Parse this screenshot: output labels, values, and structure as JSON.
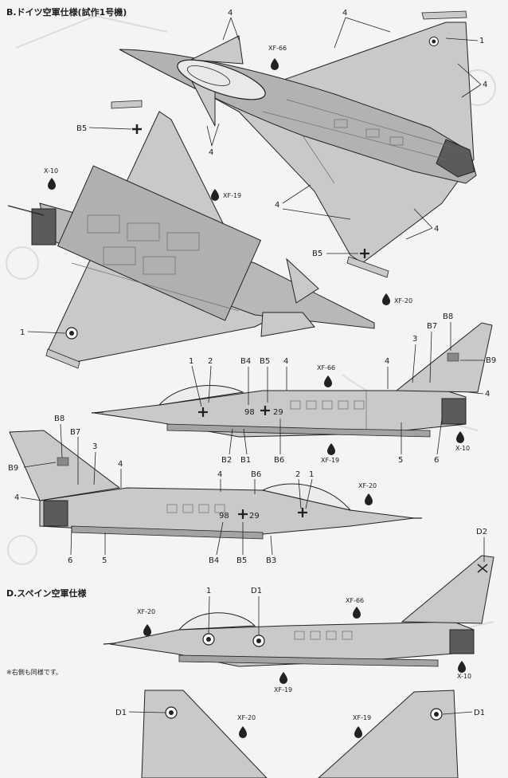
{
  "section_b": {
    "title": "B.ドイツ空軍仕様(試作1号機)"
  },
  "section_d": {
    "title": "D.スペイン空軍仕様"
  },
  "note": "※右側も同様です。",
  "paint_codes": {
    "xf66": "XF-66",
    "xf19": "XF-19",
    "xf20": "XF-20",
    "x10": "X-10"
  },
  "decals": {
    "b1": "B1",
    "b2": "B2",
    "b3": "B3",
    "b4": "B4",
    "b5": "B5",
    "b6": "B6",
    "b7": "B7",
    "b8": "B8",
    "b9": "B9",
    "d1": "D1",
    "d2": "D2"
  },
  "parts": {
    "p1": "1",
    "p2": "2",
    "p3": "3",
    "p4": "4",
    "p5": "5",
    "p6": "6"
  },
  "aircraft_marks": {
    "serial_a": "98",
    "serial_b": "29"
  },
  "colors": {
    "light_gray": "#c9c9c9",
    "medium_gray": "#a3a3a3",
    "dark_gray": "#5b5b5b",
    "ink": "#1c1c1c"
  }
}
